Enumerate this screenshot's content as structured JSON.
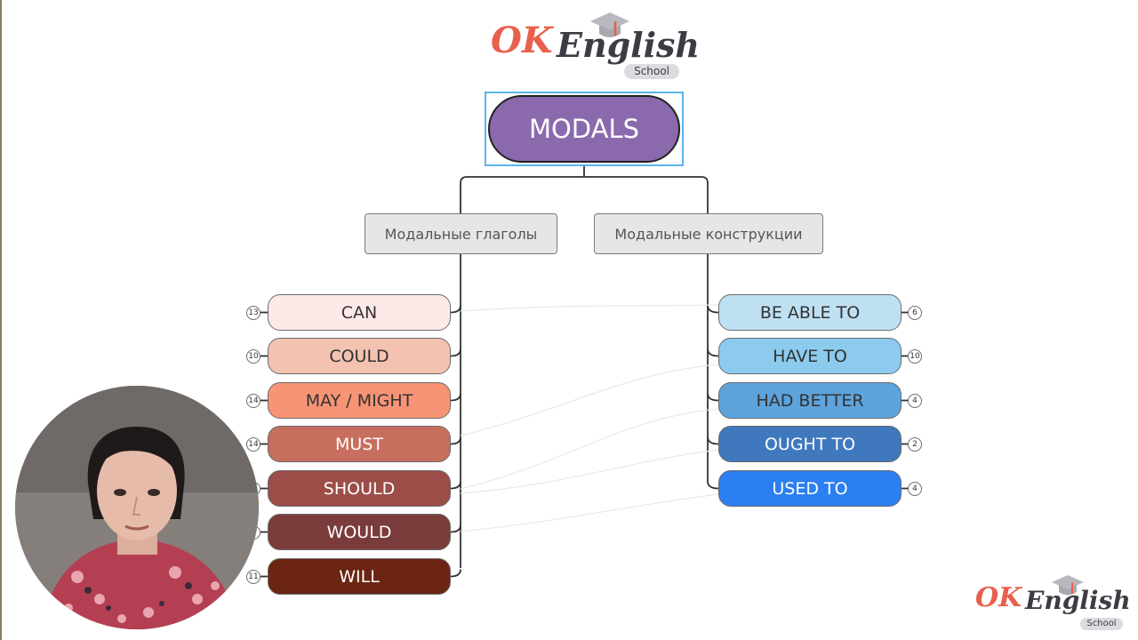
{
  "logo_top": {
    "ok": "OK",
    "english": "English",
    "school": "School"
  },
  "logo_corner": {
    "ok": "OK",
    "english": "English",
    "school": "School"
  },
  "root": {
    "label": "MODALS"
  },
  "categories": [
    {
      "label": "Модальные глаголы"
    },
    {
      "label": "Модальные конструкции"
    }
  ],
  "verbs": [
    {
      "label": "CAN",
      "count": "13",
      "color": "#fde9e7",
      "text_color": "#333333"
    },
    {
      "label": "COULD",
      "count": "10",
      "color": "#f3c2b0",
      "text_color": "#333333"
    },
    {
      "label": "MAY / MIGHT",
      "count": "14",
      "color": "#f79476",
      "text_color": "#333333"
    },
    {
      "label": "MUST",
      "count": "14",
      "color": "#c86e5e",
      "text_color": "#ffffff"
    },
    {
      "label": "SHOULD",
      "count": "",
      "color": "#9c4d48",
      "text_color": "#ffffff"
    },
    {
      "label": "WOULD",
      "count": "",
      "color": "#7a3c3a",
      "text_color": "#ffffff"
    },
    {
      "label": "WILL",
      "count": "11",
      "color": "#6b2512",
      "text_color": "#ffffff"
    }
  ],
  "constructions": [
    {
      "label": "BE ABLE TO",
      "count": "6",
      "color": "#bfe0f3",
      "text_color": "#333333"
    },
    {
      "label": "HAVE TO",
      "count": "10",
      "color": "#8ccbee",
      "text_color": "#333333"
    },
    {
      "label": "HAD BETTER",
      "count": "4",
      "color": "#5da3dc",
      "text_color": "#333333"
    },
    {
      "label": "OUGHT TO",
      "count": "2",
      "color": "#4078be",
      "text_color": "#ffffff"
    },
    {
      "label": "USED TO",
      "count": "4",
      "color": "#2b7ff0",
      "text_color": "#ffffff"
    }
  ]
}
